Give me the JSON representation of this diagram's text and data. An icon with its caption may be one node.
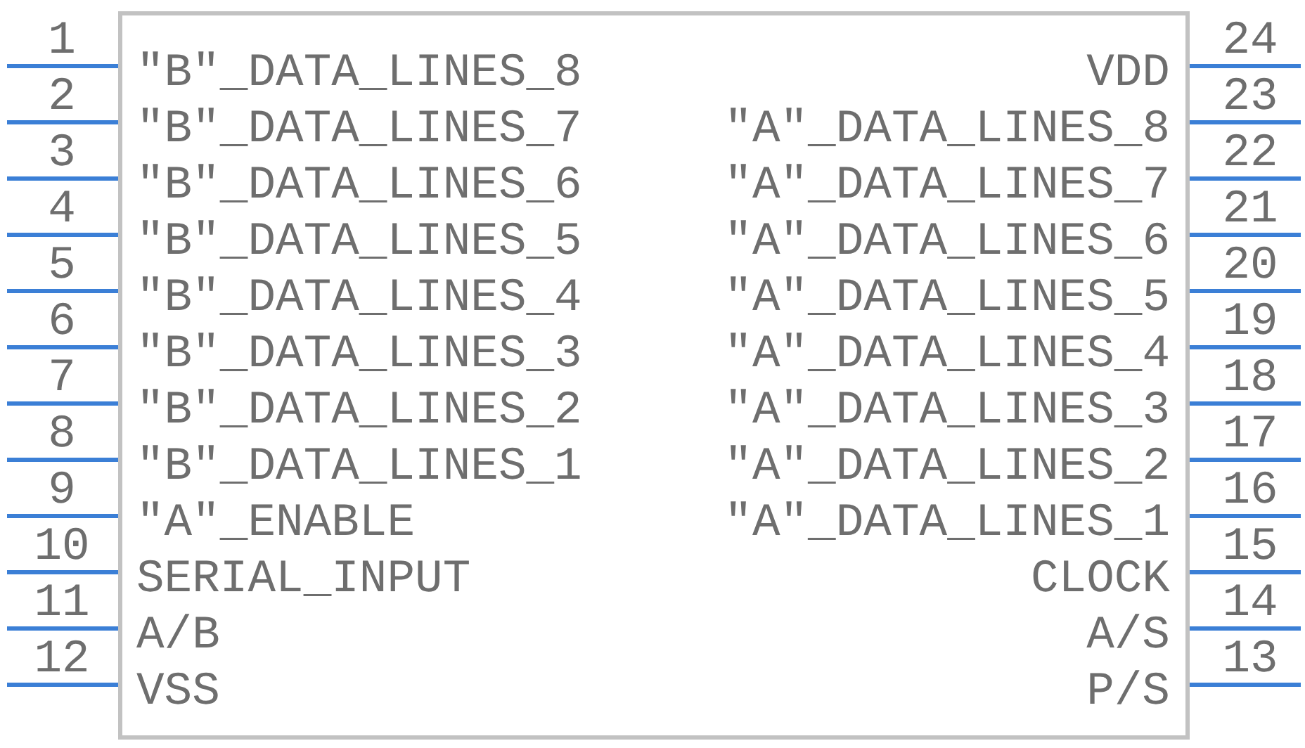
{
  "diagram": {
    "nodes": [
      {
        "text": [],
        "shape": "box"
      }
    ],
    "labels": [
      "1",
      "\"B\"_DATA_LINES_8",
      "VDD",
      "24",
      "2",
      "\"B\"_DATA_LINES_7",
      "\"A\"_DATA_LINES_8",
      "23",
      "3",
      "\"B\"_DATA_LINES_6",
      "\"A\"_DATA_LINES_7",
      "22",
      "4",
      "\"B\"_DATA_LINES_5",
      "\"A\"_DATA_LINES_6",
      "21",
      "5",
      "\"B\"_DATA_LINES_4",
      "\"A\"_DATA_LINES_5",
      "20",
      "6",
      "\"B\"_DATA_LINES_3",
      "\"A\"_DATA_LINES_4",
      "19",
      "7",
      "\"B\"_DATA_LINES_2",
      "\"A\"_DATA_LINES_3",
      "18",
      "8",
      "\"B\"_DATA_LINES_1",
      "\"A\"_DATA_LINES_2",
      "17",
      "9",
      "\"A\"_ENABLE",
      "\"A\"_DATA_LINES_1",
      "16",
      "10",
      "SERIAL_INPUT",
      "CLOCK",
      "15",
      "11",
      "A/B",
      "A/S",
      "14",
      "12",
      "VSS",
      "P/S",
      "13"
    ]
  }
}
